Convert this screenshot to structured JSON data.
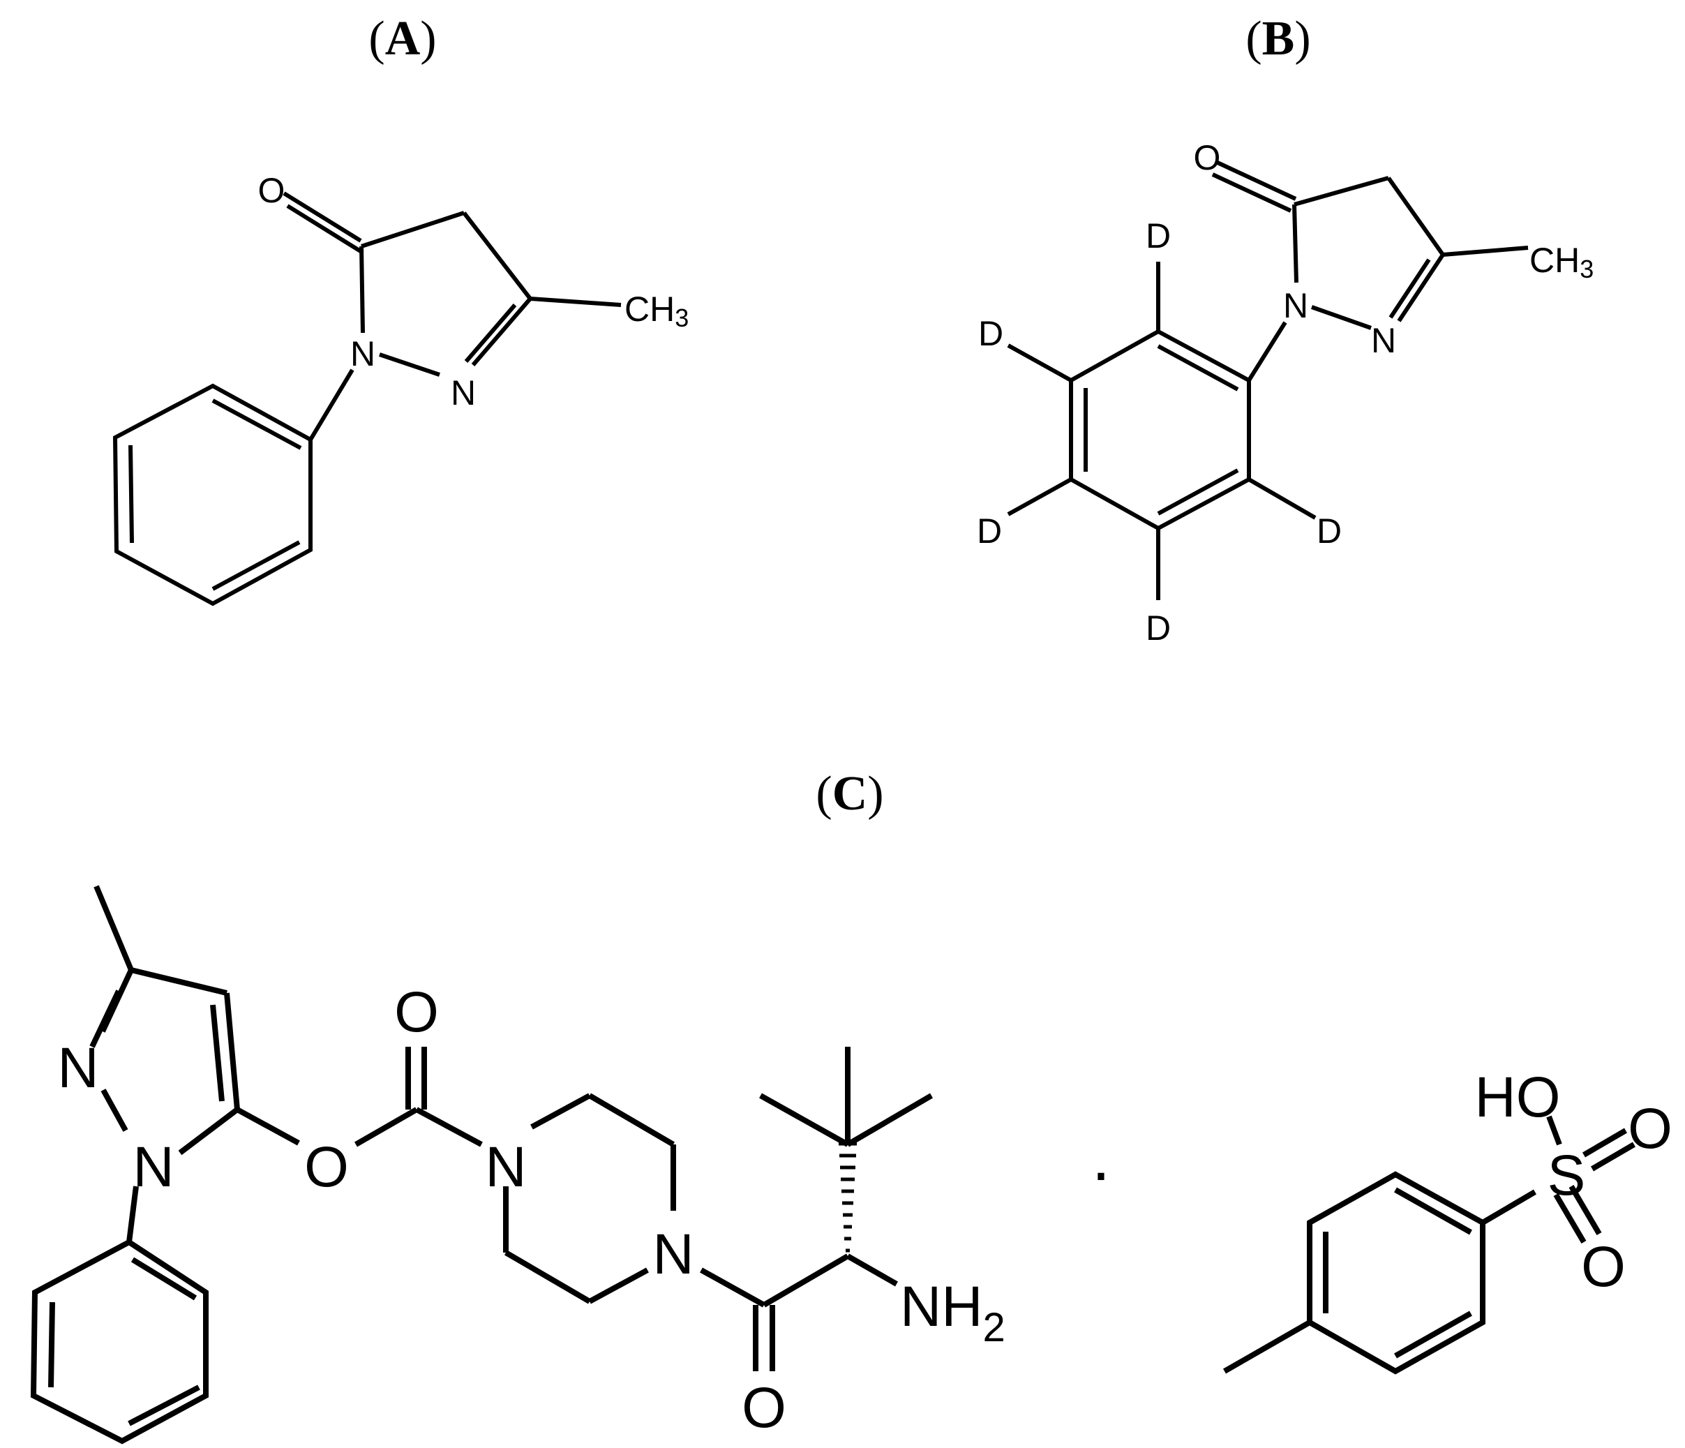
{
  "panels": {
    "a": {
      "open": "(",
      "letter": "A",
      "close": ")"
    },
    "b": {
      "open": "(",
      "letter": "B",
      "close": ")"
    },
    "c": {
      "open": "(",
      "letter": "C",
      "close": ")"
    }
  },
  "structure_a": {
    "oxygen": "O",
    "n1": "N",
    "n2": "N",
    "methyl": "CH",
    "methyl_sub": "3"
  },
  "structure_b": {
    "oxygen": "O",
    "n1": "N",
    "n2": "N",
    "methyl": "CH",
    "methyl_sub": "3",
    "d_top": "D",
    "d_upper_left": "D",
    "d_lower_left": "D",
    "d_bottom": "D",
    "d_right": "D"
  },
  "structure_c": {
    "pyrazole_n_upper": "N",
    "pyrazole_n_lower": "N",
    "ester_oxygen": "O",
    "carbonyl_oxygen_top": "O",
    "piperazine_n_left": "N",
    "piperazine_n_right": "N",
    "amide_oxygen": "O",
    "amine": "NH",
    "amine_sub": "2",
    "salt_separator": "·",
    "tosyl_ho": "HO",
    "tosyl_s": "S",
    "tosyl_o_right": "O",
    "tosyl_o_bottom": "O"
  }
}
